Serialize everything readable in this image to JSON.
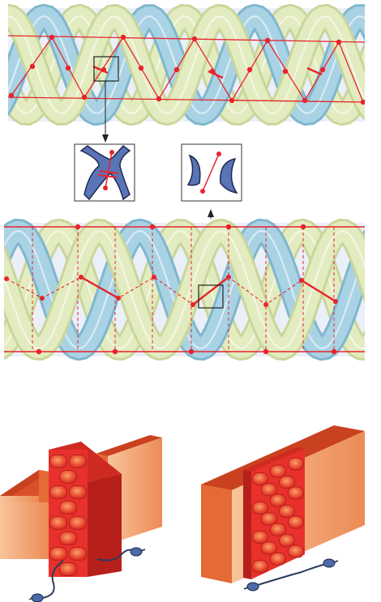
{
  "palette": {
    "strand_blue": "#a9d3e4",
    "strand_blue_dark": "#7fb6cd",
    "strand_yellow": "#e3ecc0",
    "strand_yellow_dark": "#c9d69a",
    "gap": "#c7d2ea",
    "construction_red": "#e8232b",
    "brick_red": "#e8312c",
    "brick_highlight": "#f5a06a",
    "wall_orange": "#e97a45",
    "wall_face": "#f4a470",
    "wall_top": "#d9502b",
    "cable": "#2a3b5c",
    "plug": "#4a6aa8",
    "inset_fill": "#5a74b8"
  },
  "panels": {
    "top_braid": {
      "kind": "woven-braid",
      "construction": "zigzag"
    },
    "bottom_braid": {
      "kind": "woven-braid",
      "construction": "rectangular-grid"
    },
    "inset_left": {
      "kind": "zoom-detail"
    },
    "inset_right": {
      "kind": "zoom-detail"
    },
    "wall_left": {
      "kind": "split-brick-wall"
    },
    "wall_right": {
      "kind": "inserted-brick-wall"
    }
  }
}
